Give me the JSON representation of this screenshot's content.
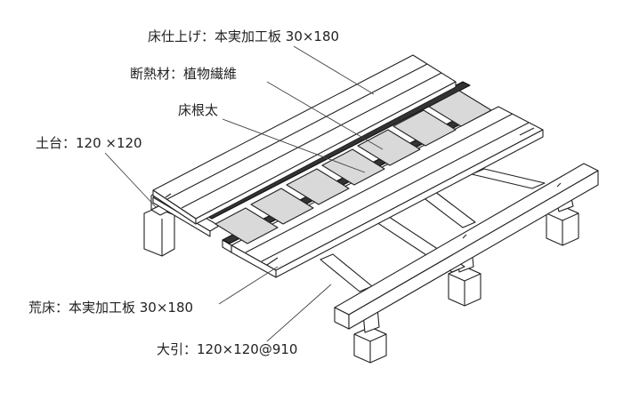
{
  "labels": {
    "finish_floor": "床仕上げ：本実加工板 30×180",
    "insulation": "断熱材：植物繊維",
    "joist": "床根太",
    "sill": "土台：120 ×120",
    "subfloor": "荒床：本実加工板 30×180",
    "beam": "大引：120×120@910"
  },
  "colors": {
    "stroke": "#222222",
    "wood": "#ffffff",
    "insulation": "#d9d9d9",
    "leader": "#444444"
  }
}
